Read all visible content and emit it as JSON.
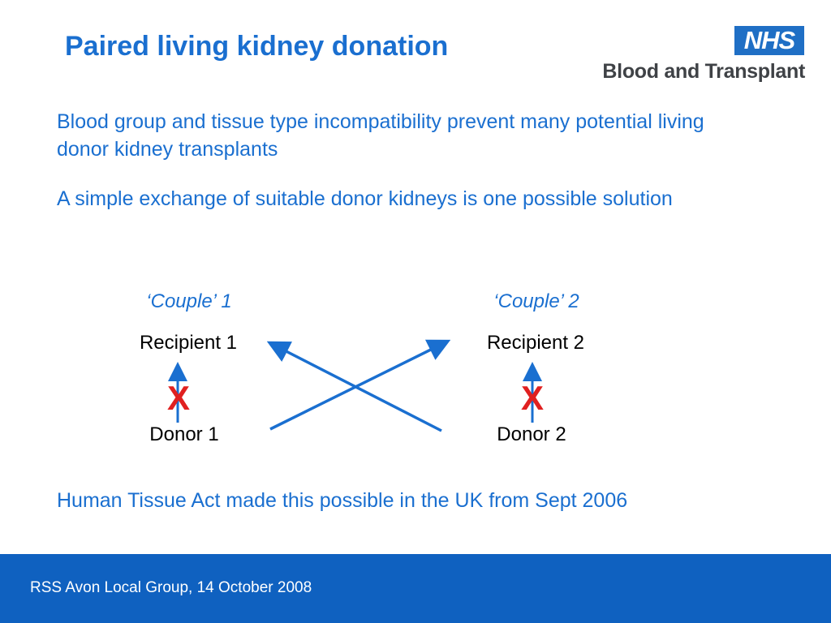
{
  "slide": {
    "title": "Paired living kidney donation",
    "logo": {
      "badge": "NHS",
      "org": "Blood and Transplant"
    },
    "paragraphs": [
      "Blood group and tissue type incompatibility prevent many potential living donor kidney transplants",
      "A simple exchange of suitable donor kidneys is one possible solution"
    ],
    "diagram": {
      "couples": [
        {
          "label": "‘Couple’ 1",
          "recipient": "Recipient 1",
          "donor": "Donor 1",
          "mark": "X"
        },
        {
          "label": "‘Couple’ 2",
          "recipient": "Recipient 2",
          "donor": "Donor 2",
          "mark": "X"
        }
      ]
    },
    "note": "Human Tissue Act made this possible in the UK from Sept 2006"
  },
  "footer": {
    "text": "RSS Avon Local Group, 14 October 2008"
  },
  "colors": {
    "accent": "#1a6fd0",
    "footer_bg": "#0f61c0",
    "mark": "#e02020",
    "logo_text": "#3f4246"
  }
}
